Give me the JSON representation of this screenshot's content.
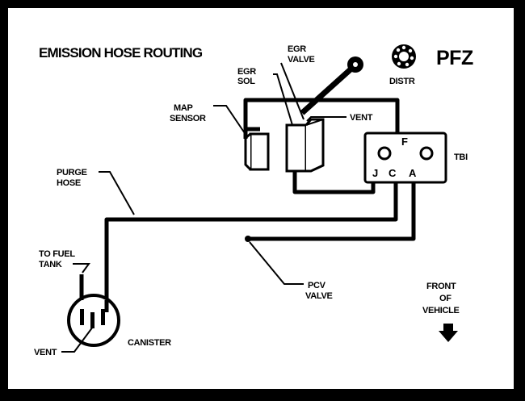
{
  "title": "EMISSION HOSE ROUTING",
  "engine_code": "PFZ",
  "labels": {
    "distr": "DISTR",
    "egr_valve": [
      "EGR",
      "VALVE"
    ],
    "egr_sol": [
      "EGR",
      "SOL"
    ],
    "map_sensor": [
      "MAP",
      "SENSOR"
    ],
    "vent_top": "VENT",
    "tbi": "TBI",
    "tbi_ports": {
      "f": "F",
      "j": "J",
      "c": "C",
      "a": "A"
    },
    "purge_hose": [
      "PURGE",
      "HOSE"
    ],
    "to_fuel_tank": [
      "TO FUEL",
      "TANK"
    ],
    "pcv_valve": [
      "PCV",
      "VALVE"
    ],
    "front_of_vehicle": [
      "FRONT",
      "OF",
      "VEHICLE"
    ],
    "vent_bottom": "VENT",
    "canister": "CANISTER"
  }
}
